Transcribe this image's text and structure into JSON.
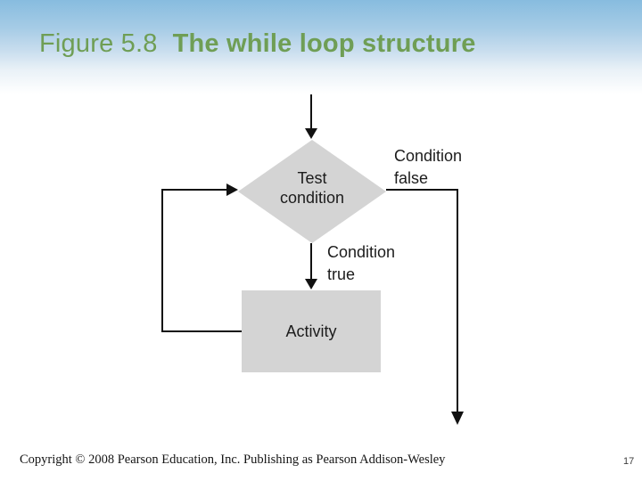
{
  "slide": {
    "title_prefix": "Figure 5.8",
    "title_main": "The while loop structure"
  },
  "diagram": {
    "decision_node": {
      "line1": "Test",
      "line2": "condition"
    },
    "false_branch_label": {
      "line1": "Condition",
      "line2": "false"
    },
    "true_branch_label": {
      "line1": "Condition",
      "line2": "true"
    },
    "activity_node": "Activity"
  },
  "footer": {
    "copyright": "Copyright © 2008 Pearson Education, Inc. Publishing as Pearson Addison-Wesley",
    "page_number": "17"
  },
  "colors": {
    "title_green": "#6f9e55",
    "node_fill_gray": "#d4d4d4",
    "connector_black": "#111111",
    "header_gradient_top_blue": "#87bcdf"
  }
}
